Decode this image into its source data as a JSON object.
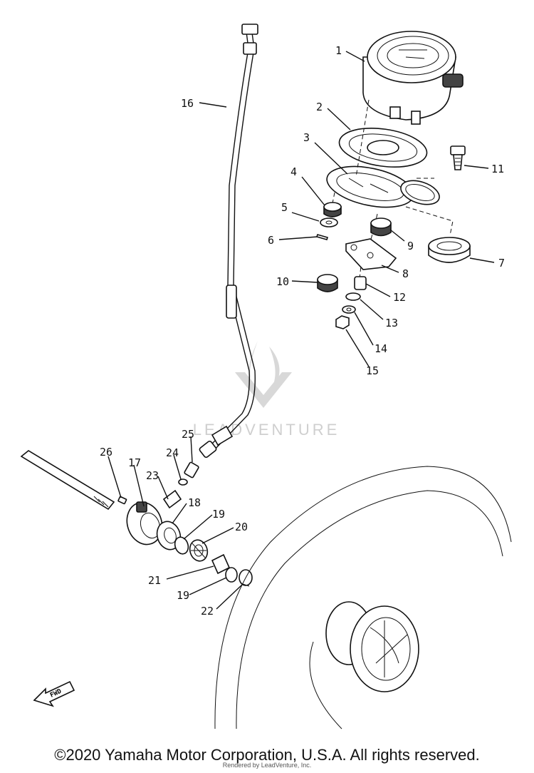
{
  "callouts": [
    "1",
    "2",
    "3",
    "4",
    "5",
    "6",
    "7",
    "8",
    "9",
    "10",
    "11",
    "12",
    "13",
    "14",
    "15",
    "16",
    "17",
    "18",
    "19",
    "20",
    "21",
    "19",
    "22",
    "23",
    "24",
    "25",
    "26"
  ],
  "fwd_label": "FWD",
  "watermark": "LEADVENTURE",
  "footer": {
    "copyright": "©2020 Yamaha Motor Corporation, U.S.A. All rights reserved.",
    "credit": "Rendered by LeadVenture, Inc."
  }
}
